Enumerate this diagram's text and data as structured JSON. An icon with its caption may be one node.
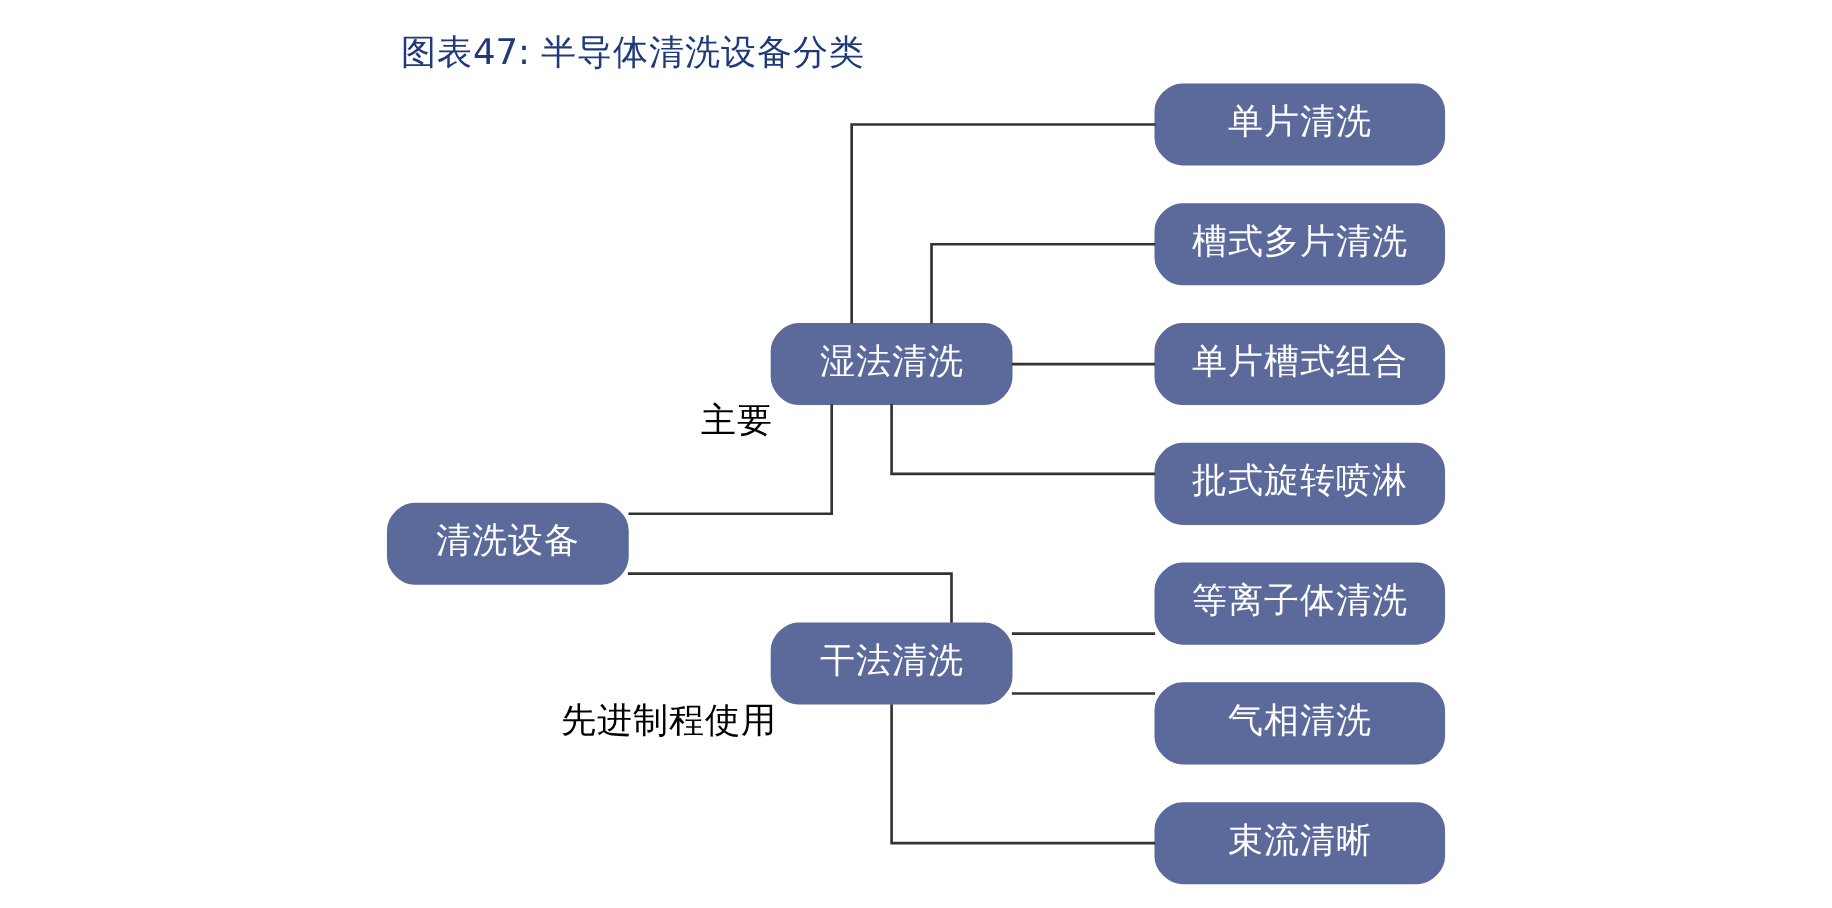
{
  "diagram": {
    "title": "图表47: 半导体清洗设备分类",
    "nodes": [
      {
        "text": [
          "清洗设备"
        ]
      },
      {
        "text": [
          "湿法清洗"
        ],
        "beside": [
          "主要"
        ]
      },
      {
        "text": [
          "干法清洗"
        ],
        "beside": [
          "先进制程使用"
        ]
      },
      {
        "text": [
          "单片清洗"
        ]
      },
      {
        "text": [
          "槽式多片清洗"
        ]
      },
      {
        "text": [
          "单片槽式组合"
        ]
      },
      {
        "text": [
          "批式旋转喷淋"
        ]
      },
      {
        "text": [
          "等离子体清洗"
        ]
      },
      {
        "text": [
          "气相清洗"
        ]
      },
      {
        "text": [
          "束流清晰"
        ]
      }
    ],
    "edges": [
      {
        "from": 0,
        "to": 1,
        "arrow": "none"
      },
      {
        "from": 0,
        "to": 2,
        "arrow": "none"
      },
      {
        "from": 1,
        "to": 3,
        "arrow": "none"
      },
      {
        "from": 1,
        "to": 4,
        "arrow": "none"
      },
      {
        "from": 1,
        "to": 5,
        "arrow": "none"
      },
      {
        "from": 1,
        "to": 6,
        "arrow": "none"
      },
      {
        "from": 2,
        "to": 7,
        "arrow": "none"
      },
      {
        "from": 2,
        "to": 8,
        "arrow": "none"
      },
      {
        "from": 2,
        "to": 9,
        "arrow": "none"
      }
    ]
  }
}
